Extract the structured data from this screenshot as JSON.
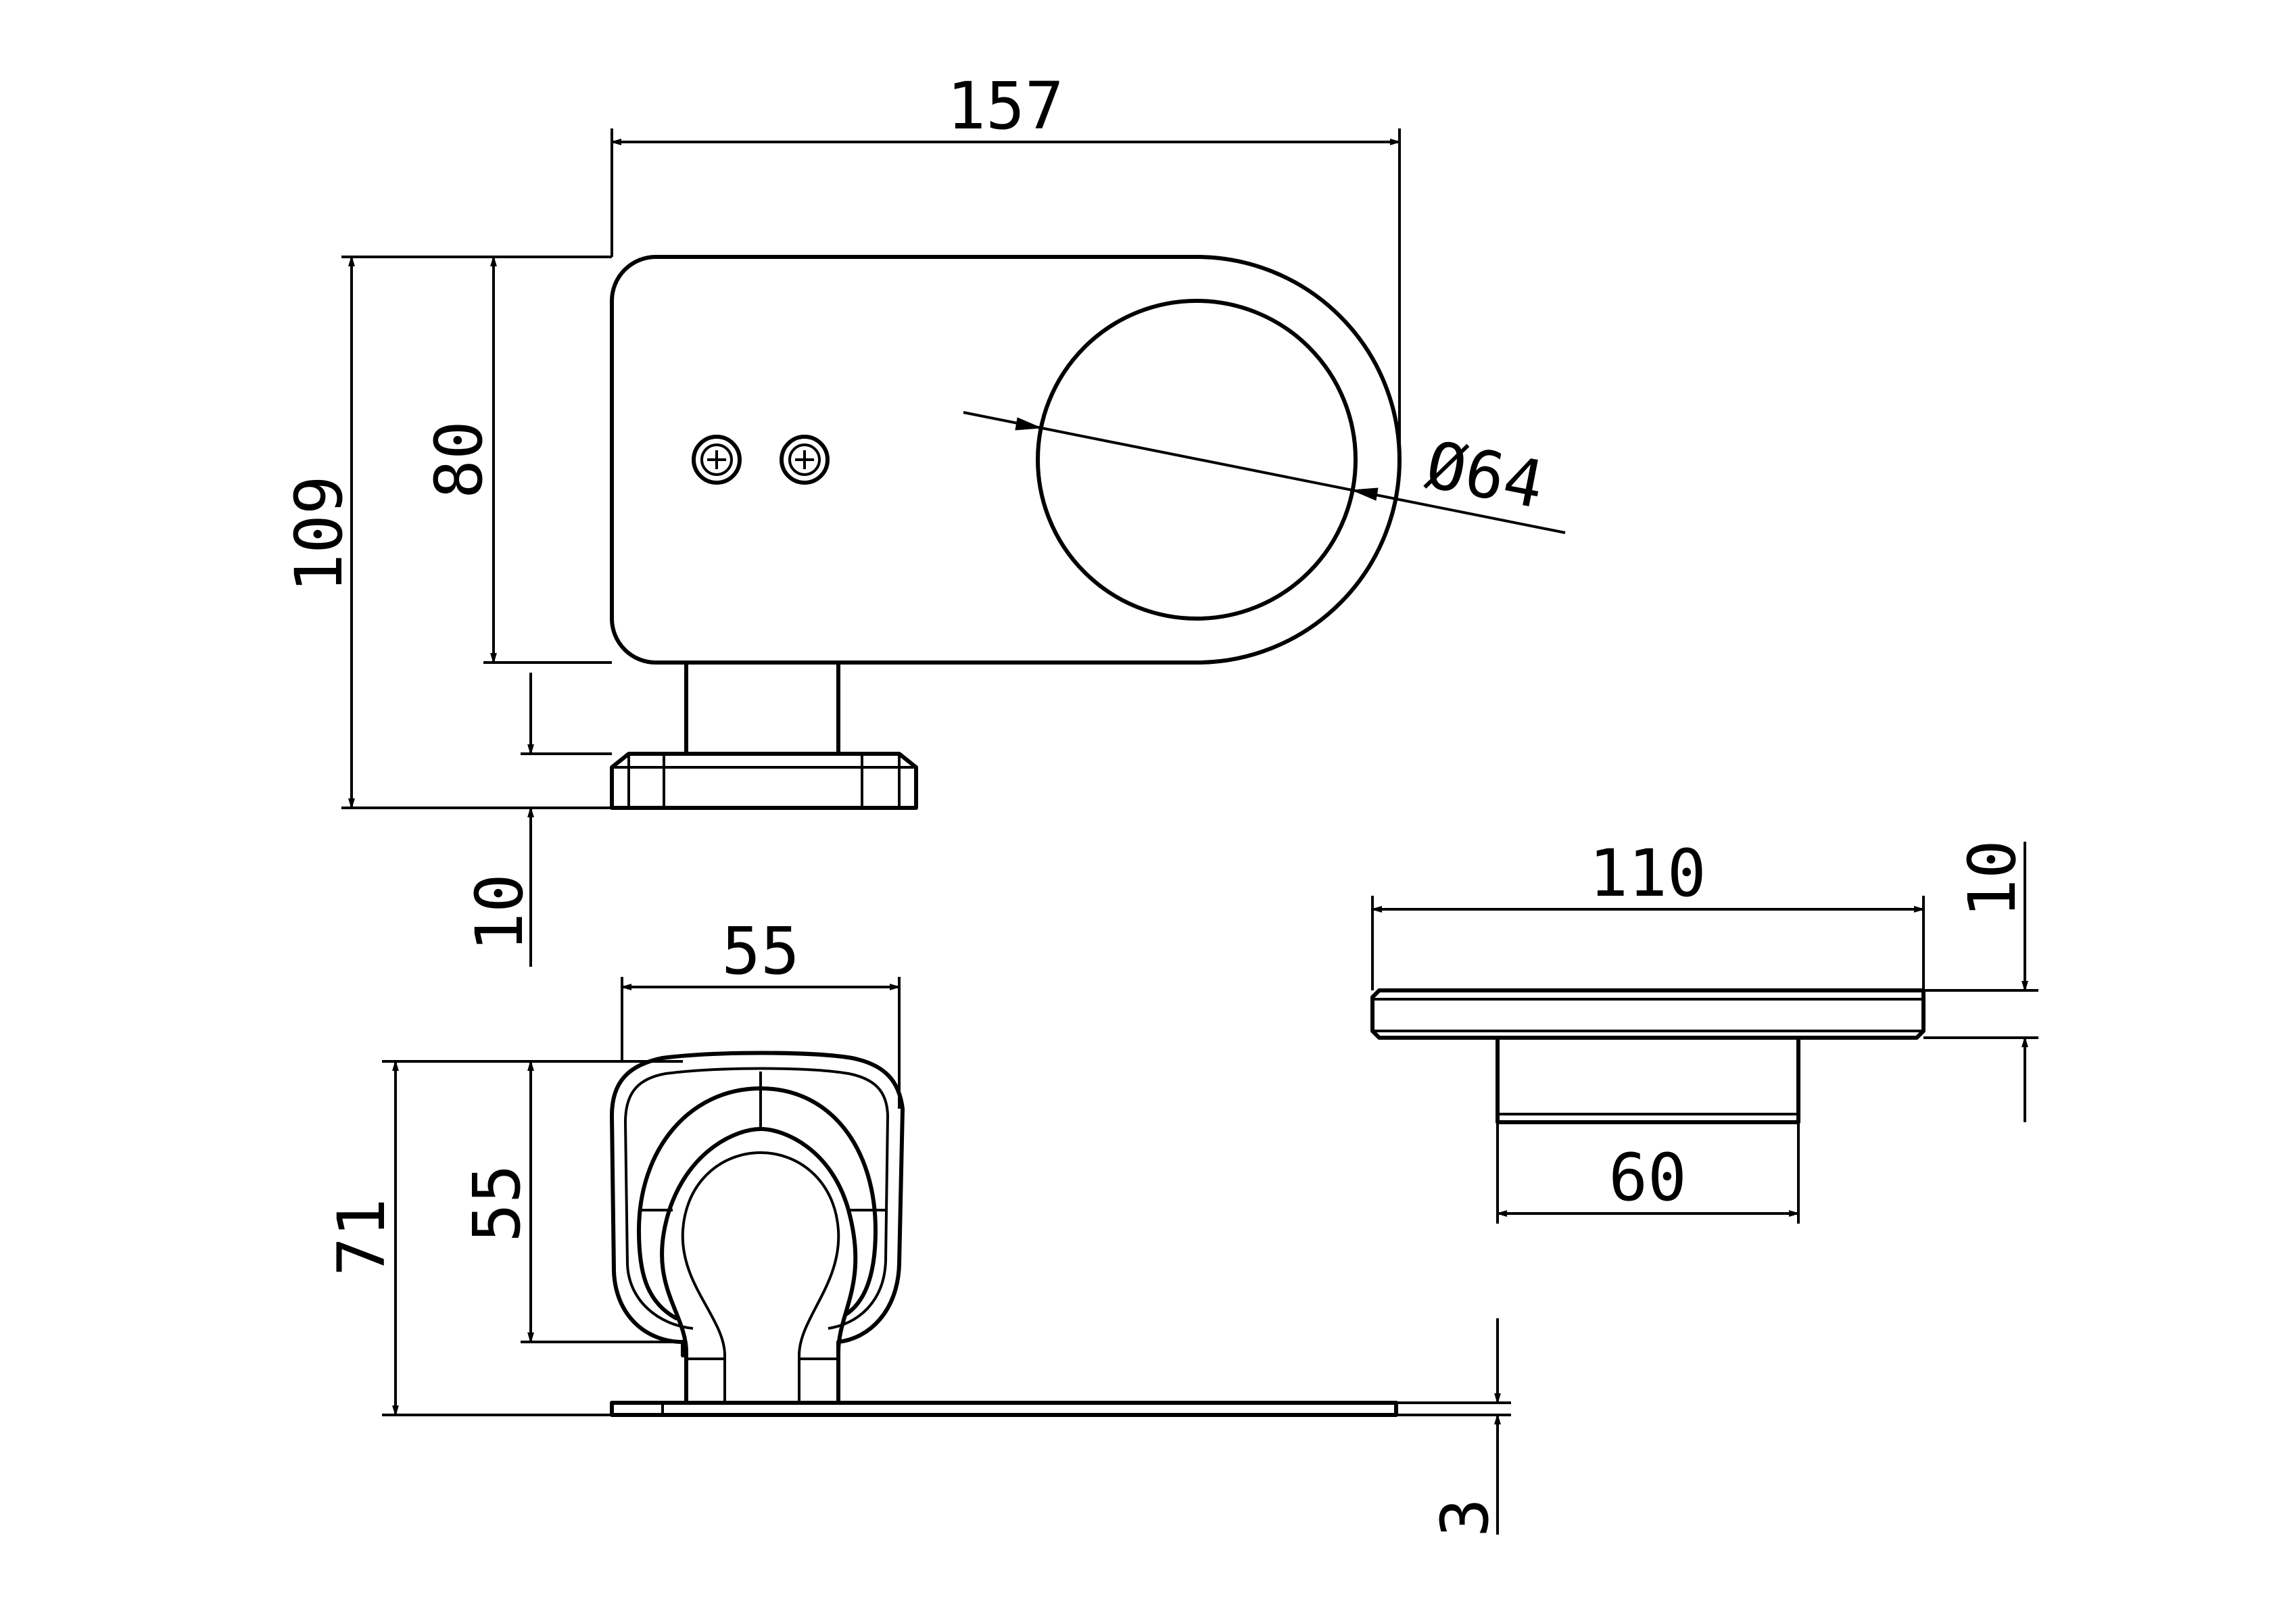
{
  "dimensions": {
    "overall_width": "157",
    "overall_height": "109",
    "body_height": "80",
    "base_thickness": "10",
    "hole_diameter": "Ø64",
    "front_width": "55",
    "front_inner_height": "55",
    "front_height": "71",
    "plate_thickness": "3",
    "base_width": "110",
    "base_height": "10",
    "stem_width": "60"
  }
}
